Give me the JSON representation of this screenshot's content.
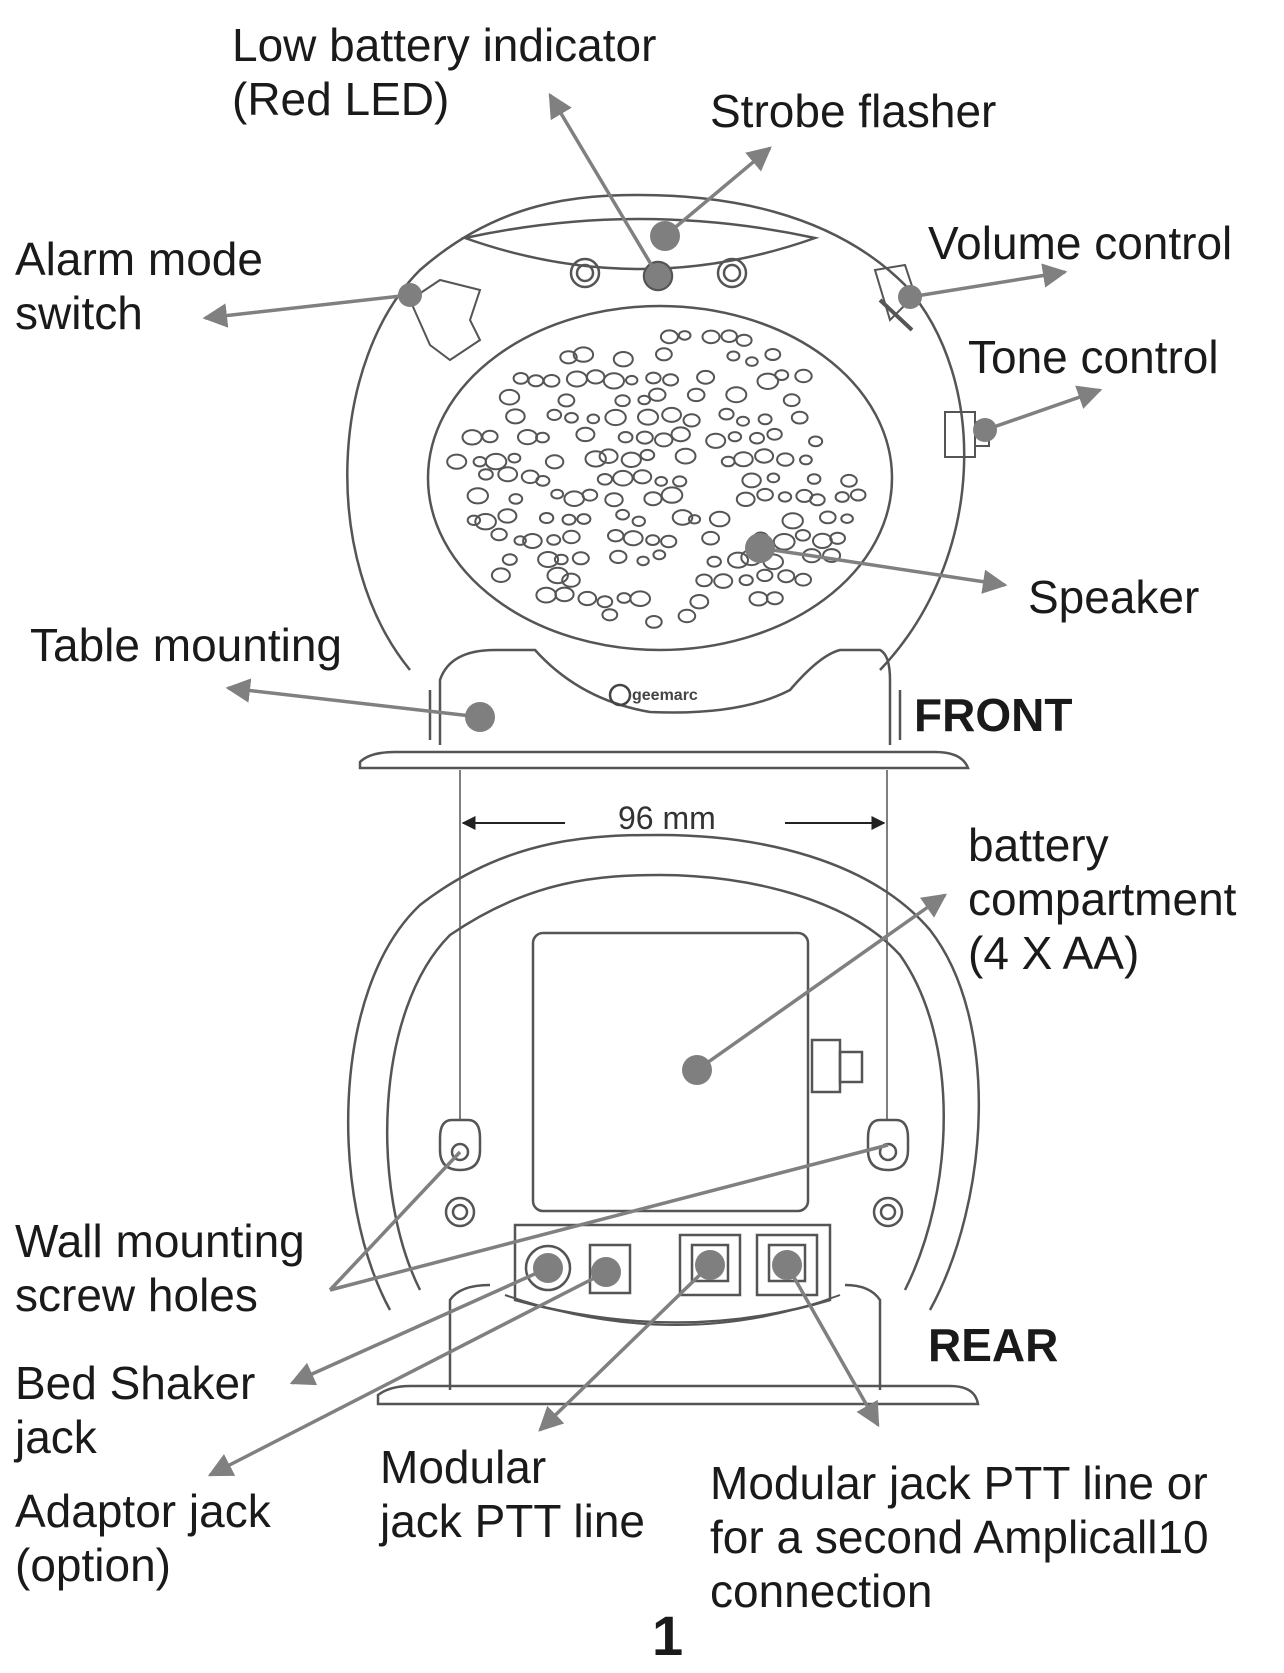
{
  "labels": {
    "low_battery": "Low battery indicator\n(Red LED)",
    "strobe": "Strobe flasher",
    "alarm_mode": "Alarm mode\nswitch",
    "volume": "Volume control",
    "tone": "Tone control",
    "speaker": "Speaker",
    "table_mounting": "Table mounting",
    "front": "FRONT",
    "dimension": "96 mm",
    "battery": "battery\ncompartment\n(4 X AA)",
    "wall_mounting": "Wall mounting\nscrew holes",
    "rear": "REAR",
    "bed_shaker": "Bed Shaker\njack",
    "adaptor": "Adaptor jack\n(option)",
    "modular_ptt": "Modular\njack PTT line",
    "modular_second": "Modular jack PTT line or\nfor a second Amplicall10\nconnection",
    "page_number": "1"
  },
  "brand": "geemarc",
  "colors": {
    "arrow": "#7f7f7f",
    "line_art": "#555555",
    "text": "#1a1a1a"
  }
}
